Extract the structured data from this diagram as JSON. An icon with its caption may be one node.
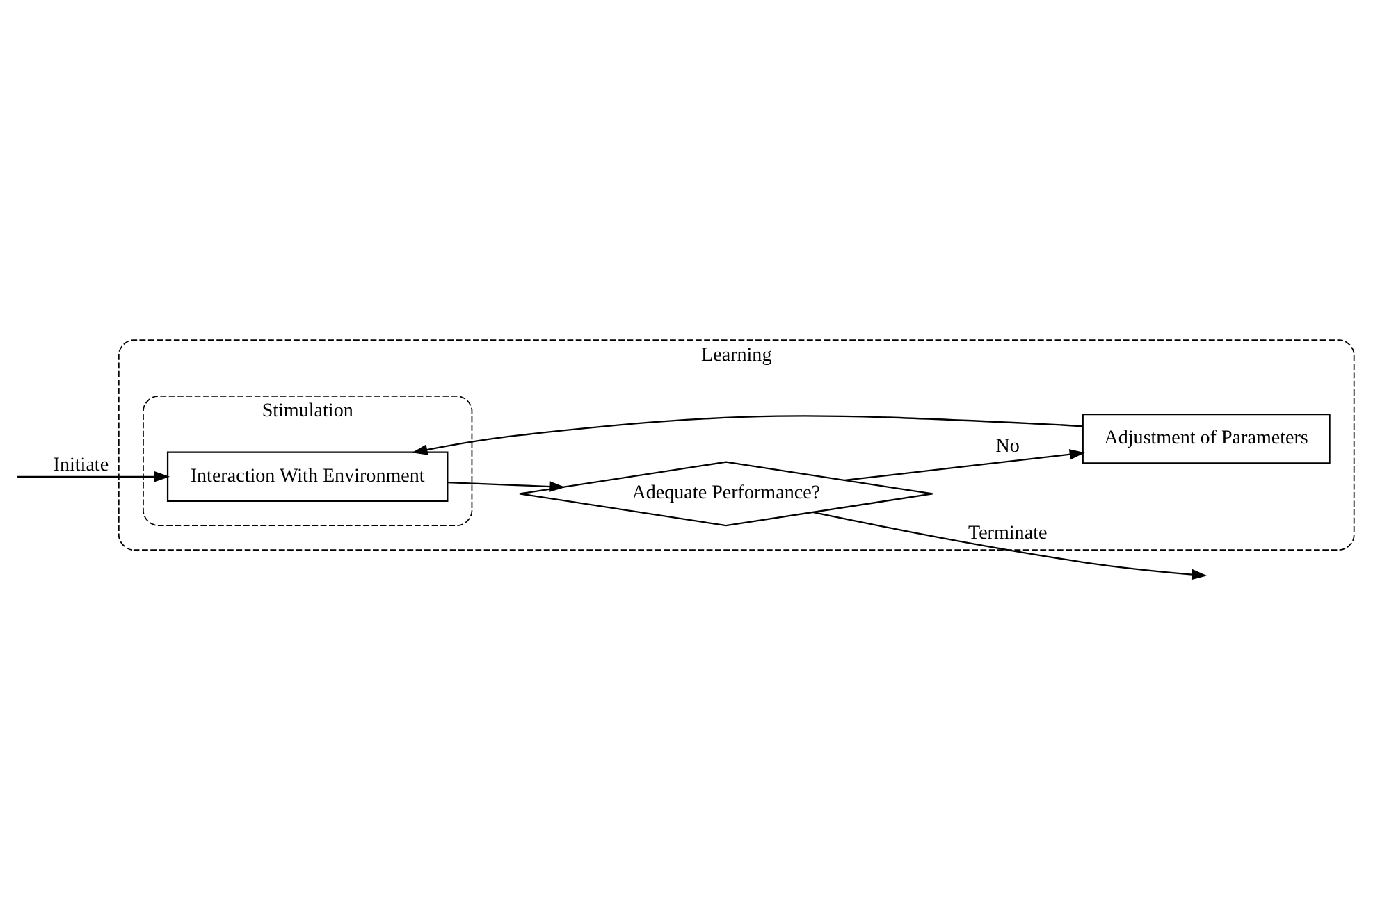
{
  "diagram": {
    "nodes": [
      {
        "text": [
          "Learning"
        ]
      },
      {
        "text": [
          "Stimulation"
        ],
        "in": 0
      },
      {
        "text": [
          "Interaction With Environment"
        ],
        "in": 1
      },
      {
        "text": [
          "Adequate Performance?"
        ],
        "in": 0
      },
      {
        "text": [
          "Adjustment of Parameters"
        ],
        "in": 0
      }
    ],
    "edges": [
      {
        "from": null,
        "to": 2,
        "arrow": "to",
        "label": "Initiate"
      },
      {
        "from": 2,
        "to": 3,
        "arrow": "to"
      },
      {
        "from": 3,
        "to": null,
        "arrow": "to",
        "label": "Terminate"
      },
      {
        "from": 3,
        "to": 4,
        "arrow": "to",
        "label": "No"
      },
      {
        "from": 4,
        "to": 2,
        "arrow": "to"
      }
    ]
  }
}
